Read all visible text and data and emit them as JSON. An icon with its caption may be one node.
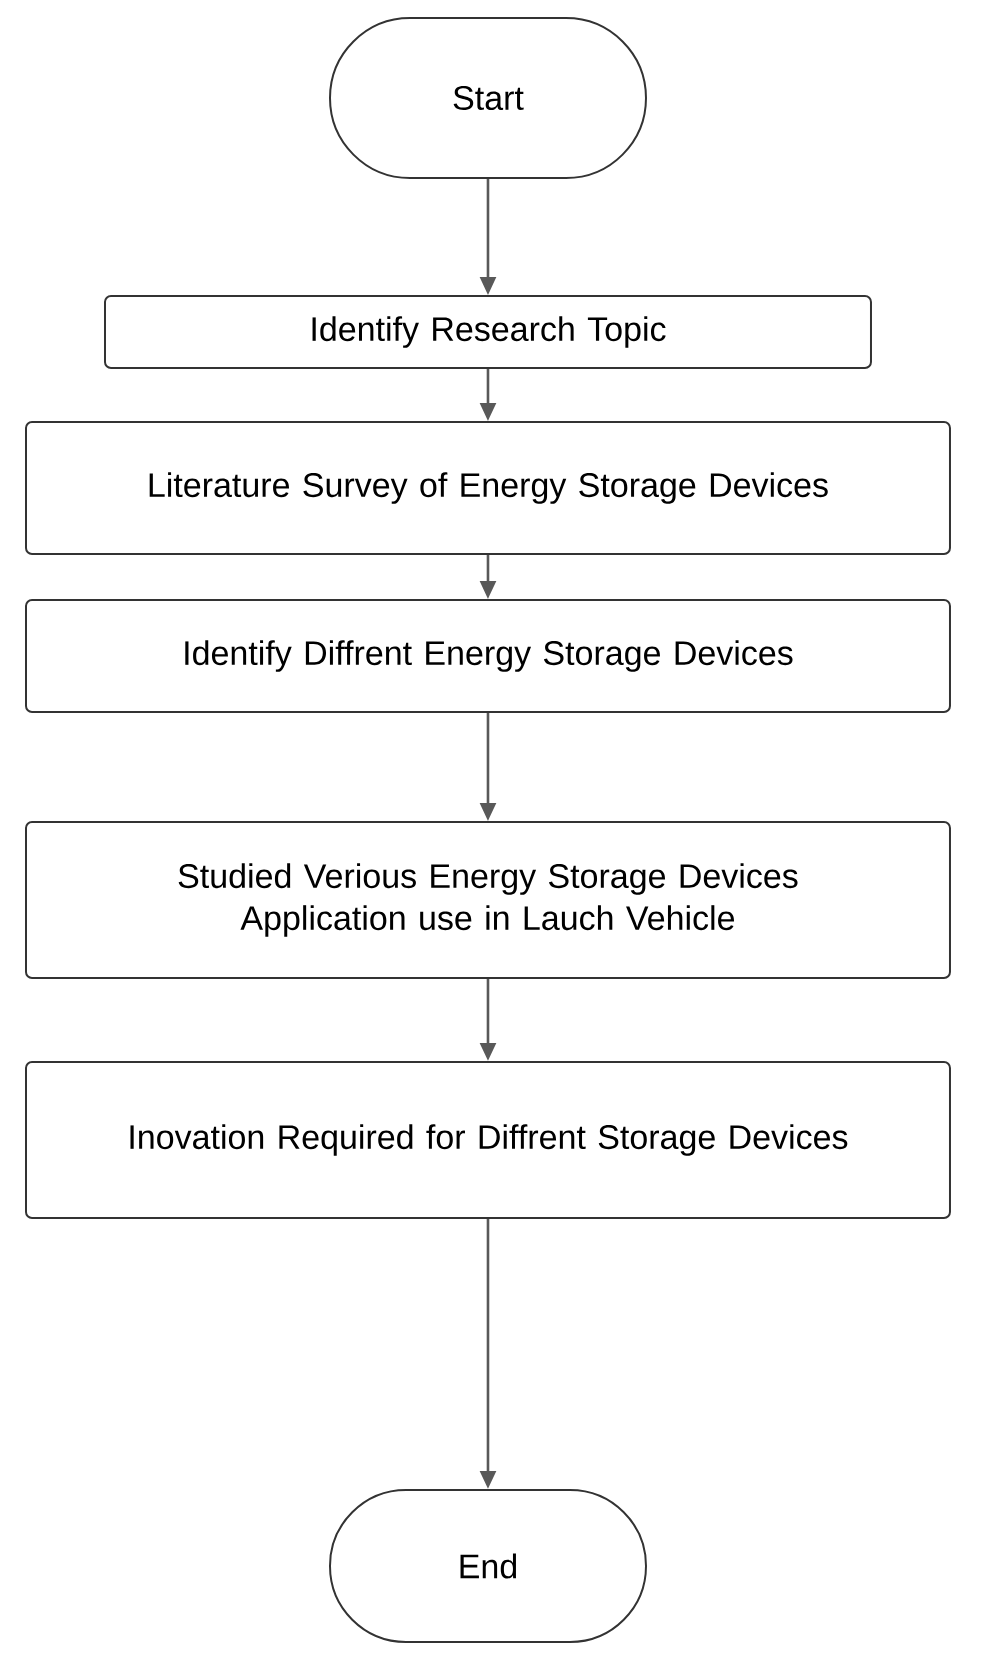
{
  "diagram": {
    "nodes": [
      {
        "text": [
          "Start"
        ]
      },
      {
        "text": [
          "Identify Research Topic"
        ]
      },
      {
        "text": [
          "Literature Survey of Energy Storage Devices"
        ]
      },
      {
        "text": [
          "Identify Diffrent Energy Storage Devices"
        ]
      },
      {
        "text": [
          "Studied Verious Energy Storage Devices Application use in Lauch Vehicle"
        ]
      },
      {
        "text": [
          "Inovation Required for Diffrent Storage Devices"
        ]
      },
      {
        "text": [
          "End"
        ]
      }
    ],
    "edges": [
      {
        "from": 0,
        "to": 1,
        "arrow": "to"
      },
      {
        "from": 1,
        "to": 2,
        "arrow": "to"
      },
      {
        "from": 2,
        "to": 3,
        "arrow": "to"
      },
      {
        "from": 3,
        "to": 4,
        "arrow": "to"
      },
      {
        "from": 4,
        "to": 5,
        "arrow": "to"
      },
      {
        "from": 5,
        "to": 6,
        "arrow": "to"
      }
    ]
  }
}
